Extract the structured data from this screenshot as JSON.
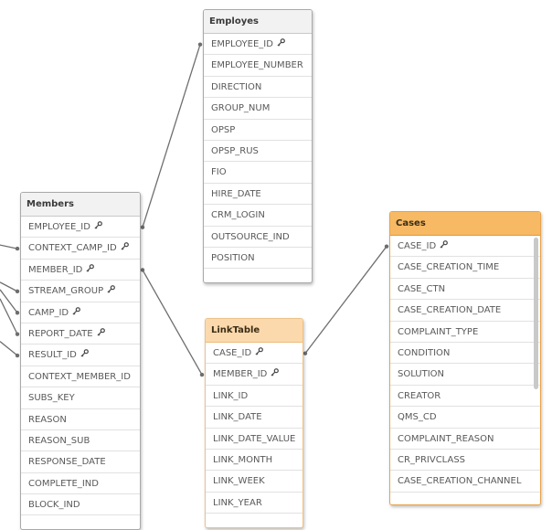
{
  "tables": [
    {
      "id": "employes",
      "title": "Employes",
      "style": "gray",
      "fields": [
        {
          "name": "EMPLOYEE_ID",
          "key": true
        },
        {
          "name": "EMPLOYEE_NUMBER",
          "key": false
        },
        {
          "name": "DIRECTION",
          "key": false
        },
        {
          "name": "GROUP_NUM",
          "key": false
        },
        {
          "name": "OPSP",
          "key": false
        },
        {
          "name": "OPSP_RUS",
          "key": false
        },
        {
          "name": "FIO",
          "key": false
        },
        {
          "name": "HIRE_DATE",
          "key": false
        },
        {
          "name": "CRM_LOGIN",
          "key": false
        },
        {
          "name": "OUTSOURCE_IND",
          "key": false
        },
        {
          "name": "POSITION",
          "key": false
        }
      ]
    },
    {
      "id": "members",
      "title": "Members",
      "style": "gray",
      "fields": [
        {
          "name": "EMPLOYEE_ID",
          "key": true
        },
        {
          "name": "CONTEXT_CAMP_ID",
          "key": true
        },
        {
          "name": "MEMBER_ID",
          "key": true
        },
        {
          "name": "STREAM_GROUP",
          "key": true
        },
        {
          "name": "CAMP_ID",
          "key": true
        },
        {
          "name": "REPORT_DATE",
          "key": true
        },
        {
          "name": "RESULT_ID",
          "key": true
        },
        {
          "name": "CONTEXT_MEMBER_ID",
          "key": false
        },
        {
          "name": "SUBS_KEY",
          "key": false
        },
        {
          "name": "REASON",
          "key": false
        },
        {
          "name": "REASON_SUB",
          "key": false
        },
        {
          "name": "RESPONSE_DATE",
          "key": false
        },
        {
          "name": "COMPLETE_IND",
          "key": false
        },
        {
          "name": "BLOCK_IND",
          "key": false
        }
      ]
    },
    {
      "id": "linktable",
      "title": "LinkTable",
      "style": "light-orange",
      "fields": [
        {
          "name": "CASE_ID",
          "key": true
        },
        {
          "name": "MEMBER_ID",
          "key": true
        },
        {
          "name": "LINK_ID",
          "key": false
        },
        {
          "name": "LINK_DATE",
          "key": false
        },
        {
          "name": "LINK_DATE_VALUE",
          "key": false
        },
        {
          "name": "LINK_MONTH",
          "key": false
        },
        {
          "name": "LINK_WEEK",
          "key": false
        },
        {
          "name": "LINK_YEAR",
          "key": false
        }
      ]
    },
    {
      "id": "cases",
      "title": "Cases",
      "style": "orange",
      "fields": [
        {
          "name": "CASE_ID",
          "key": true
        },
        {
          "name": "CASE_CREATION_TIME",
          "key": false
        },
        {
          "name": "CASE_CTN",
          "key": false
        },
        {
          "name": "CASE_CREATION_DATE",
          "key": false
        },
        {
          "name": "COMPLAINT_TYPE",
          "key": false
        },
        {
          "name": "CONDITION",
          "key": false
        },
        {
          "name": "SOLUTION",
          "key": false
        },
        {
          "name": "CREATOR",
          "key": false
        },
        {
          "name": "QMS_CD",
          "key": false
        },
        {
          "name": "COMPLAINT_REASON",
          "key": false
        },
        {
          "name": "CR_PRIVCLASS",
          "key": false
        },
        {
          "name": "CASE_CREATION_CHANNEL",
          "key": false
        }
      ]
    }
  ],
  "links": [
    {
      "from": "members.EMPLOYEE_ID",
      "to": "employes.EMPLOYEE_ID"
    },
    {
      "from": "members.MEMBER_ID",
      "to": "linktable.MEMBER_ID"
    },
    {
      "from": "linktable.CASE_ID",
      "to": "cases.CASE_ID"
    }
  ],
  "colors": {
    "line": "#6e6e6e",
    "orange_header": "#f7b964",
    "light_orange_header": "#fbd9ac",
    "gray_header": "#f2f2f2"
  },
  "icons": {
    "key_field": "key-icon"
  }
}
